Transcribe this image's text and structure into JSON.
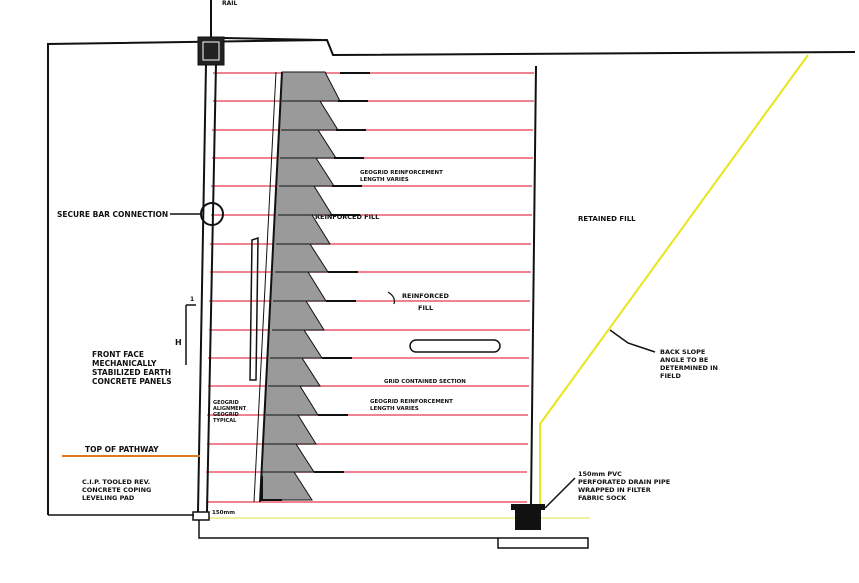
{
  "colors": {
    "background": "#ffffff",
    "linework": "#111111",
    "reinforcement": "#ec5a6e",
    "fill_zone": "#9a9a9a",
    "back_slope": "#e6e61a",
    "pathway": "#e07820",
    "footing_line": "#f0f0a0"
  },
  "labels": {
    "secure_bar_connection": "SECURE BAR CONNECTION",
    "reinforced_fill": "REINFORCED FILL",
    "retained_fill": "RETAINED FILL",
    "front_face": [
      "FRONT FACE",
      "MECHANICALLY",
      "STABILIZED EARTH",
      "CONCRETE PANELS"
    ],
    "top_of_pathway": "TOP OF PATHWAY",
    "leveling_pad": [
      "C.I.P. TOOLED REV.",
      "CONCRETE COPING",
      "LEVELING PAD"
    ],
    "back_slope": [
      "BACK SLOPE",
      "ANGLE TO BE",
      "DETERMINED IN",
      "FIELD"
    ],
    "drain_pipe": [
      "150mm PVC",
      "PERFORATED DRAIN PIPE",
      "WRAPPED IN FILTER",
      "FABRIC SOCK"
    ],
    "geogrid_upper": [
      "GEOGRID REINFORCEMENT",
      "LENGTH VARIES"
    ],
    "geogrid_lower": [
      "GEOGRID REINFORCEMENT",
      "LENGTH VARIES"
    ],
    "reinforced_fill_mid": [
      "REINFORCED",
      "FILL"
    ],
    "geogrid_cell": "GRID CONTAINED SECTION",
    "small_inner": [
      "GEOGRID",
      "ALIGNMENT",
      "GEOGRID",
      "TYPICAL"
    ],
    "dim_h": "H",
    "dim_1": "1",
    "base_dim": "150mm",
    "top_tag": "RAIL"
  },
  "icons": {
    "connection_circle": "circle-detail-icon",
    "drain_pipe_symbol": "drain-pipe-icon",
    "coping_cap": "coping-block-icon"
  }
}
